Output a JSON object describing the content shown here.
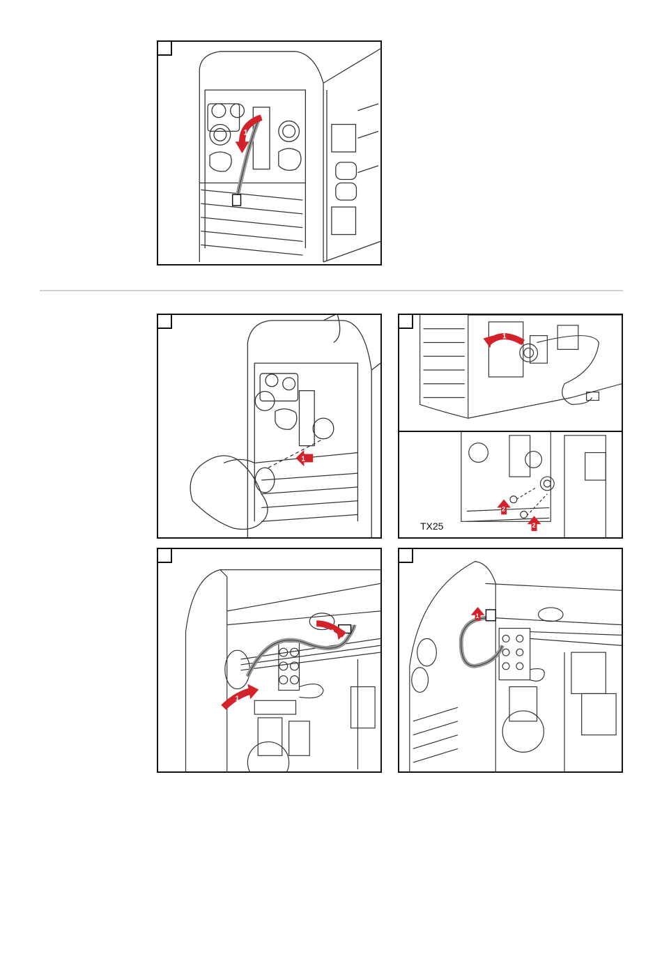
{
  "document": {
    "panels": [
      {
        "id": "p1",
        "arrows": [
          "1"
        ]
      },
      {
        "id": "p2",
        "arrows": [
          "1"
        ]
      },
      {
        "id": "p3",
        "arrows": [
          "1",
          "2",
          "2"
        ],
        "tool_label": "TX25"
      },
      {
        "id": "p4",
        "arrows": [
          "1",
          "2"
        ]
      },
      {
        "id": "p5",
        "arrows": [
          "1"
        ]
      }
    ]
  },
  "colors": {
    "arrow": "#d2232a",
    "line": "#333333",
    "light": "#e6e6e6"
  }
}
